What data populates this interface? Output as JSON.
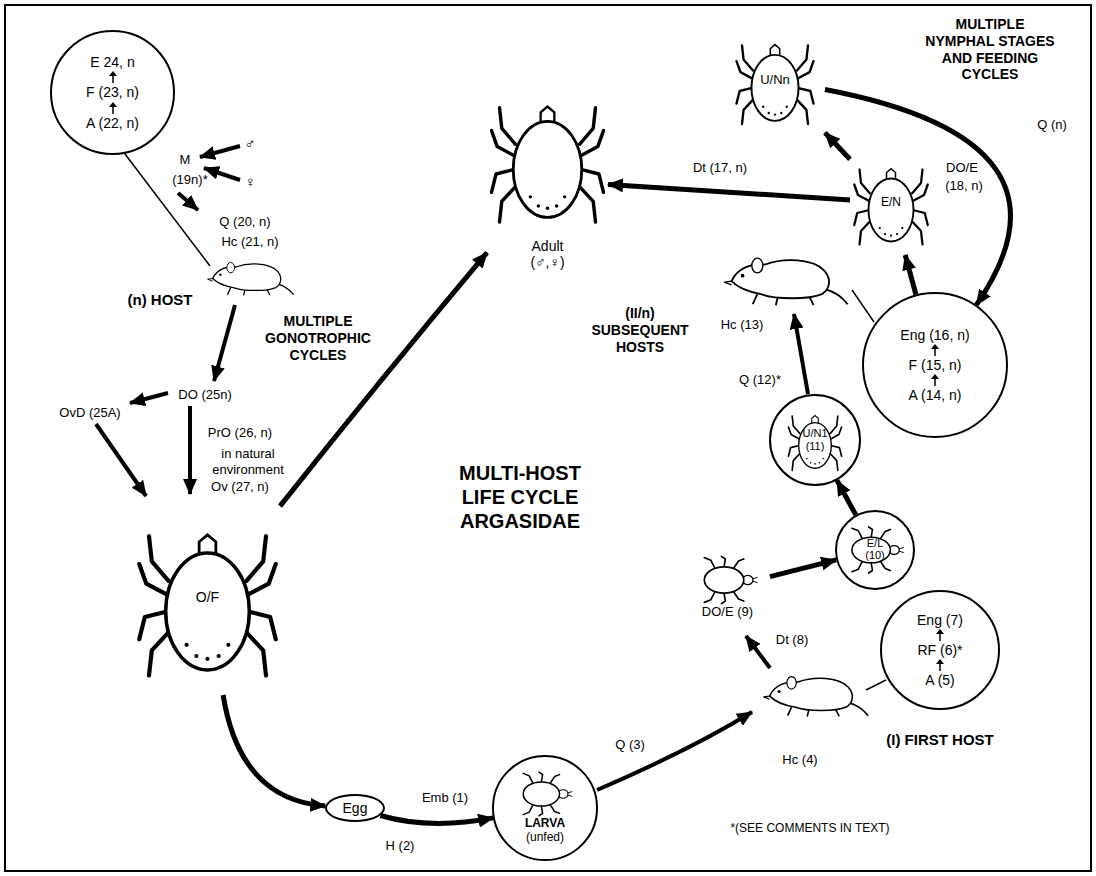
{
  "diagram": {
    "title": "MULTI-HOST LIFE CYCLE ARGASIDAE",
    "nodes": [
      {
        "text": [
          "E 24, n",
          "F (23, n)",
          "A (22, n)"
        ]
      },
      {
        "text": [
          "Egg"
        ]
      },
      {
        "text": [
          "LARVA",
          "(unfed)"
        ]
      },
      {
        "text": [
          "Eng (7)",
          "RF (6)*",
          "A (5)"
        ]
      },
      {
        "text": [
          "E/L",
          "(10)"
        ]
      },
      {
        "text": [
          "U/N1",
          "(11)"
        ]
      },
      {
        "text": [
          "Eng (16, n)",
          "F (15, n)",
          "A (14, n)"
        ]
      },
      {
        "text": [
          "Adult",
          "(♂,♀)"
        ]
      },
      {
        "text": [
          "O/F"
        ]
      },
      {
        "text": [
          "U/Nn"
        ]
      },
      {
        "text": [
          "E/N"
        ]
      },
      {
        "text": [
          "DO/E (9)"
        ]
      }
    ],
    "edges": [
      {
        "from": 8,
        "to": 1,
        "arrow": "to"
      },
      {
        "from": 1,
        "to": 2,
        "arrow": "to"
      },
      {
        "from": 11,
        "to": 4,
        "arrow": "to"
      },
      {
        "from": 4,
        "to": 5,
        "arrow": "to"
      },
      {
        "from": 9,
        "to": 6,
        "arrow": "to"
      },
      {
        "from": 6,
        "to": 10,
        "arrow": "to"
      },
      {
        "from": 10,
        "to": 9,
        "arrow": "to"
      },
      {
        "from": 10,
        "to": 7,
        "arrow": "to"
      },
      {
        "from": 8,
        "to": 7,
        "arrow": "to"
      }
    ],
    "labels": [
      "MULTIPLE NYMPHAL STAGES AND FEEDING CYCLES",
      "Q (n)",
      "DO/E",
      "(18, n)",
      "Dt (17, n)",
      "M",
      "(19n)*",
      "♂",
      "♀",
      "Q (20, n)",
      "Hc (21, n)",
      "(n) HOST",
      "MULTIPLE GONOTROPHIC CYCLES",
      "DO (25n)",
      "OvD (25A)",
      "PrO (26, n)",
      "in natural environment",
      "Ov (27, n)",
      "(II/n) SUBSEQUENT HOSTS",
      "Hc (13)",
      "Q (12)*",
      "Dt (8)",
      "(I) FIRST HOST",
      "Emb (1)",
      "H (2)",
      "Q (3)",
      "Hc (4)",
      "*(SEE COMMENTS IN TEXT)"
    ]
  }
}
